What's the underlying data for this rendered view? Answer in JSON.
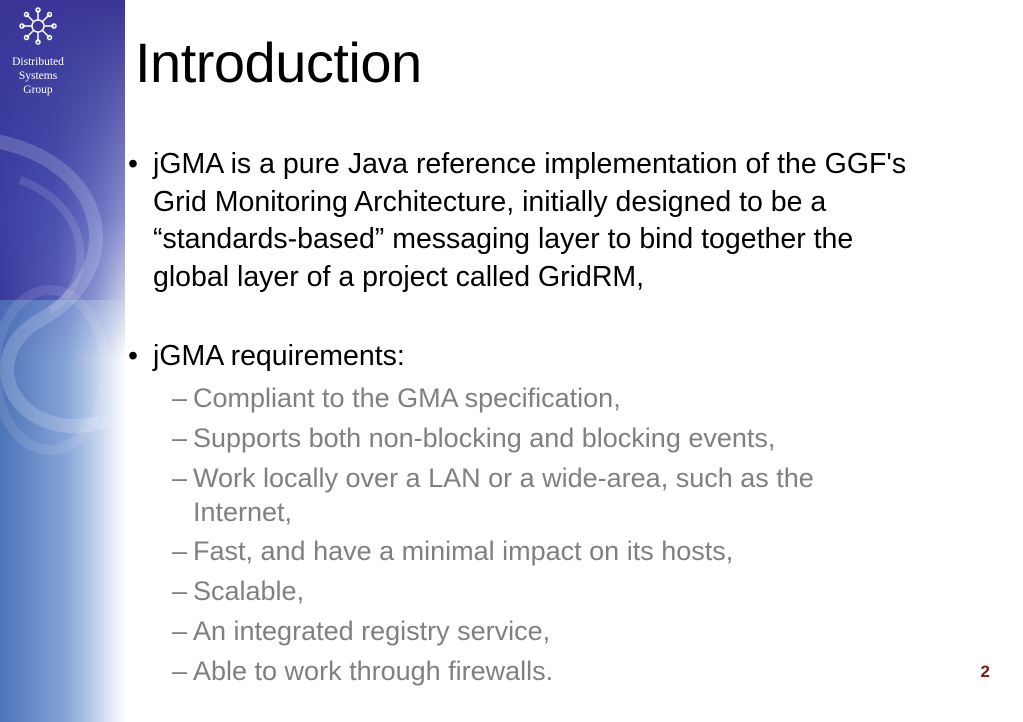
{
  "sidebar": {
    "logo_lines": [
      "Distributed",
      "Systems",
      "Group"
    ]
  },
  "slide": {
    "title": "Introduction",
    "bullets": [
      "jGMA is a pure Java reference implementation of the GGF's Grid Monitoring Architecture, initially designed to be a “standards-based” messaging layer to bind together the global layer of a project called GridRM,",
      "jGMA requirements:"
    ],
    "bullet_marker": "•",
    "sub_marker": "–",
    "sub_items": [
      "Compliant to the GMA specification,",
      "Supports both non-blocking and blocking events,",
      "Work locally over a LAN or a wide-area, such as the Internet,",
      "Fast, and have a minimal impact on its hosts,",
      "Scalable,",
      "An integrated registry service,",
      "Able to work through firewalls."
    ],
    "page_number": "2"
  },
  "colors": {
    "sidebar_top": "#3a3596",
    "sidebar_bottom": "#4f7fbe",
    "sub_text": "#808080",
    "page_number": "#7a1a1a"
  }
}
